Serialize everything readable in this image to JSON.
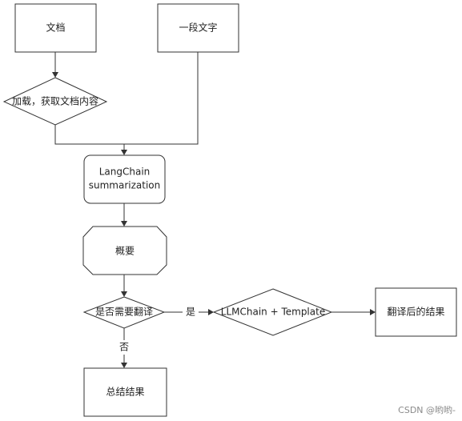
{
  "nodes": {
    "document": {
      "label": "文档"
    },
    "text_segment": {
      "label": "一段文字"
    },
    "load": {
      "label": "加载，获取文档内容"
    },
    "summarization": {
      "line1": "LangChain",
      "line2": "summarization"
    },
    "summary": {
      "label": "概要"
    },
    "need_translate": {
      "label": "是否需要翻译"
    },
    "llmchain": {
      "label": "LLMChain + Template"
    },
    "translated_result": {
      "label": "翻译后的结果"
    },
    "final_result": {
      "label": "总结结果"
    }
  },
  "edges": {
    "yes_label": "是",
    "no_label": "否"
  },
  "watermark": "CSDN @哟哟-"
}
